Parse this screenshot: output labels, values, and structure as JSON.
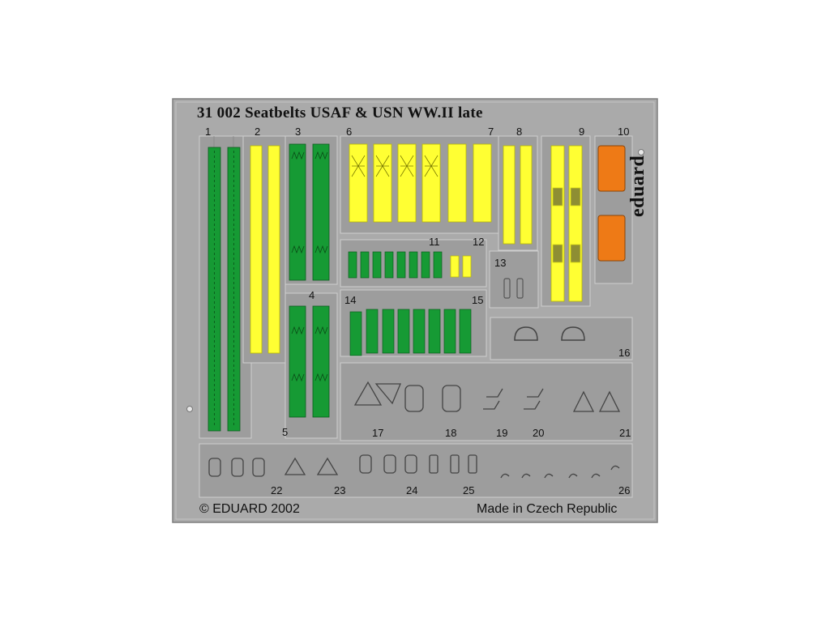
{
  "title": "31 002  Seatbelts USAF & USN WW.II late",
  "brand": "eduard",
  "copyright": "© EDUARD 2002",
  "origin": "Made in Czech Republic",
  "part_numbers": [
    "1",
    "2",
    "3",
    "4",
    "5",
    "6",
    "7",
    "8",
    "9",
    "10",
    "11",
    "12",
    "13",
    "14",
    "15",
    "16",
    "17",
    "18",
    "19",
    "20",
    "21",
    "22",
    "23",
    "24",
    "25",
    "26"
  ],
  "colors": {
    "fret": "#a9a9a9",
    "background": "#ffffff",
    "belt_green": "#169a34",
    "belt_yellow": "#ffff33",
    "belt_orange": "#ee7a16",
    "recess": "#9b9b9b"
  }
}
